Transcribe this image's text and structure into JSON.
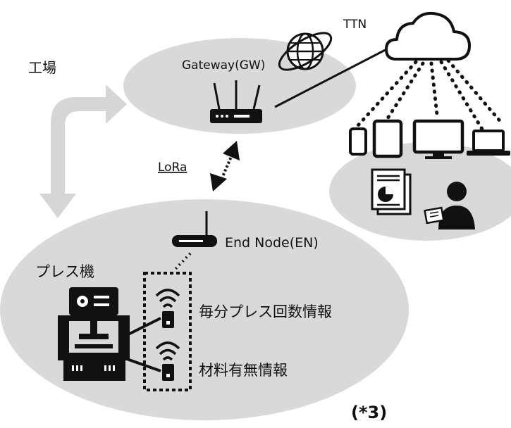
{
  "labels": {
    "factory": "工場",
    "gateway": "Gateway(GW)",
    "ttn": "TTN",
    "lora": "LoRa",
    "end_node": "End Node(EN)",
    "press_machine": "プレス機",
    "press_count_info": "毎分プレス回数情報",
    "material_info": "材料有無情報",
    "footnote": "(*3)"
  },
  "colors": {
    "ellipse": "#d9d9d9",
    "arrow": "#d6d6d6",
    "ink": "#111111",
    "white": "#ffffff"
  },
  "icons": [
    "globe-icon",
    "cloud-icon",
    "router-icon",
    "phone-icon",
    "tablet-icon",
    "monitor-icon",
    "laptop-icon",
    "report-icon",
    "person-icon",
    "press-machine-icon",
    "wifi-sensor-icon"
  ]
}
